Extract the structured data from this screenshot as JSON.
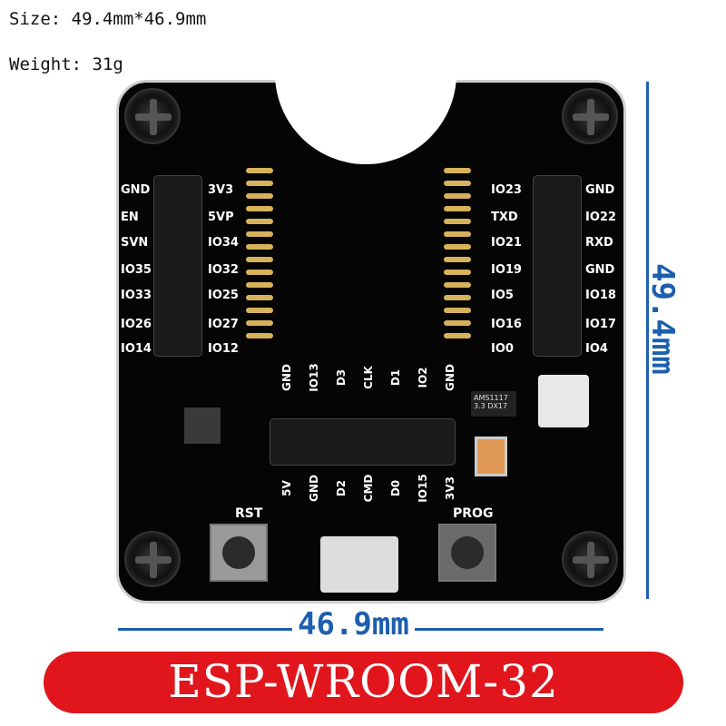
{
  "specs": {
    "size": "Size: 49.4mm*46.9mm",
    "weight": "Weight: 31g"
  },
  "board": {
    "left_outer": [
      "GND",
      "EN",
      "SVN",
      "IO35",
      "IO33",
      "IO26",
      "IO14"
    ],
    "left_inner": [
      "3V3",
      "5VP",
      "IO34",
      "IO32",
      "IO25",
      "IO27",
      "IO12"
    ],
    "right_inner": [
      "IO23",
      "TXD",
      "IO21",
      "IO19",
      "IO5",
      "IO16",
      "IO0"
    ],
    "right_outer": [
      "GND",
      "IO22",
      "RXD",
      "GND",
      "IO18",
      "IO17",
      "IO4"
    ],
    "bottom_top": [
      "GND",
      "IO13",
      "D3",
      "CLK",
      "D1",
      "IO2",
      "GND"
    ],
    "bottom_bottom": [
      "5V",
      "GND",
      "D2",
      "CMD",
      "D0",
      "IO15",
      "3V3"
    ],
    "regulator": "AMS1117 3.3 DX17",
    "rst": "RST",
    "prog": "PROG"
  },
  "dims": {
    "height": "49.4mm",
    "width": "46.9mm"
  },
  "banner": "ESP-WROOM-32",
  "colors": {
    "accent": "#1d5fae",
    "banner": "#e0161c"
  }
}
